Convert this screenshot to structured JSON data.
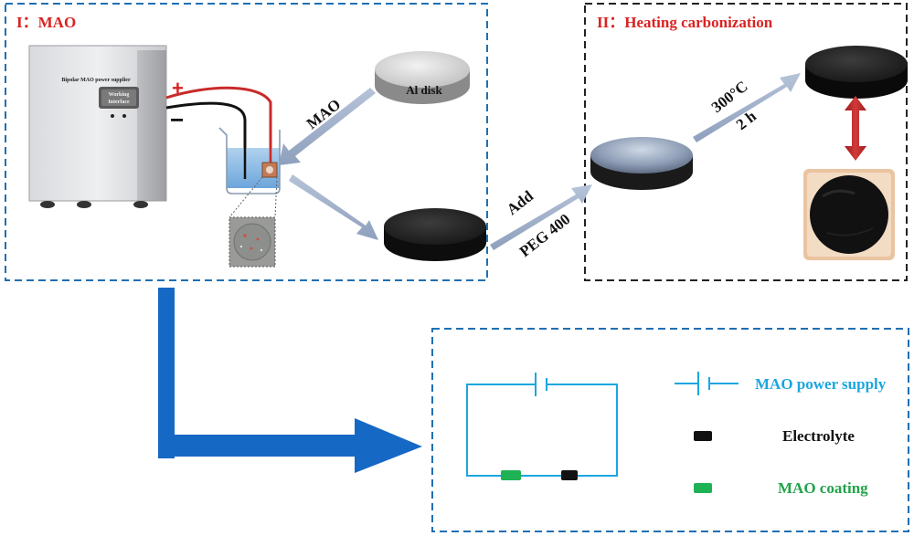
{
  "section1": {
    "title": "I：MAO"
  },
  "section2": {
    "title": "II：Heating carbonization"
  },
  "power_supply": {
    "name": "Bipolar MAO power supplier",
    "panel_line1": "Working",
    "panel_line2": "Interface",
    "plus": "+",
    "minus": "−"
  },
  "labels": {
    "mao_arrow": "MAO",
    "al_disk": "Al disk",
    "add": "Add",
    "peg": "PEG 400",
    "temp": "300°C",
    "time": "2 h"
  },
  "legend": {
    "power_supply": "MAO power supply",
    "electrolyte": "Electrolyte",
    "coating": "MAO coating"
  },
  "colors": {
    "dash_blue": "#1f6fb3",
    "dash_black": "#222222",
    "title_red": "#d92323",
    "circuit_blue": "#1aa6e0",
    "coating_green": "#1fb255",
    "big_arrow_blue": "#1668c5"
  }
}
